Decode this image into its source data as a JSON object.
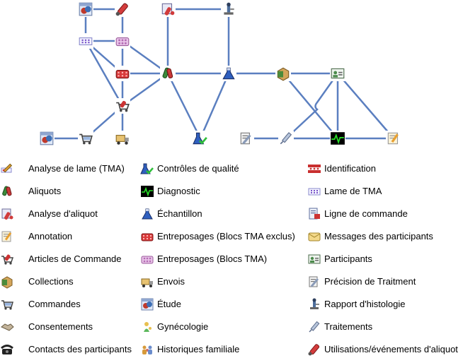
{
  "diagram": {
    "nodes": [
      {
        "id": "etude",
        "icon": "study-icon"
      },
      {
        "id": "utilisations",
        "icon": "aliquot-uses-icon"
      },
      {
        "id": "analyse-aliquot",
        "icon": "aliquot-review-icon"
      },
      {
        "id": "rapport-histo",
        "icon": "histology-report-icon"
      },
      {
        "id": "lame-tma",
        "icon": "tma-slide-icon"
      },
      {
        "id": "entrepos-tma",
        "icon": "storage-tma-icon"
      },
      {
        "id": "entrepos-excl",
        "icon": "storage-icon"
      },
      {
        "id": "aliquots",
        "icon": "aliquots-icon"
      },
      {
        "id": "echantillon",
        "icon": "sample-flask-icon"
      },
      {
        "id": "collections",
        "icon": "collections-icon"
      },
      {
        "id": "participants",
        "icon": "participants-icon"
      },
      {
        "id": "articles",
        "icon": "order-items-icon"
      },
      {
        "id": "etude2",
        "icon": "study-icon"
      },
      {
        "id": "commandes",
        "icon": "orders-cart-icon"
      },
      {
        "id": "envois",
        "icon": "shipments-icon"
      },
      {
        "id": "controles",
        "icon": "quality-control-icon"
      },
      {
        "id": "precision",
        "icon": "treatment-precision-icon"
      },
      {
        "id": "traitements",
        "icon": "treatments-icon"
      },
      {
        "id": "diagnostic",
        "icon": "diagnosis-icon"
      },
      {
        "id": "annotation",
        "icon": "annotation-icon"
      }
    ],
    "edges": [
      [
        "etude",
        "utilisations"
      ],
      [
        "etude",
        "lame-tma"
      ],
      [
        "utilisations",
        "entrepos-tma"
      ],
      [
        "analyse-aliquot",
        "rapport-histo"
      ],
      [
        "analyse-aliquot",
        "aliquots"
      ],
      [
        "rapport-histo",
        "echantillon"
      ],
      [
        "lame-tma",
        "entrepos-tma"
      ],
      [
        "lame-tma",
        "entrepos-excl"
      ],
      [
        "lame-tma",
        "articles"
      ],
      [
        "entrepos-tma",
        "entrepos-excl"
      ],
      [
        "entrepos-tma",
        "aliquots"
      ],
      [
        "entrepos-excl",
        "aliquots"
      ],
      [
        "entrepos-excl",
        "articles"
      ],
      [
        "aliquots",
        "echantillon"
      ],
      [
        "aliquots",
        "articles"
      ],
      [
        "aliquots",
        "controles"
      ],
      [
        "echantillon",
        "controles"
      ],
      [
        "echantillon",
        "collections"
      ],
      [
        "collections",
        "participants"
      ],
      [
        "collections",
        "diagnostic"
      ],
      [
        "participants",
        "traitements"
      ],
      [
        "participants",
        "diagnostic"
      ],
      [
        "participants",
        "annotation"
      ],
      [
        "articles",
        "commandes"
      ],
      [
        "articles",
        "envois"
      ],
      [
        "etude2",
        "commandes"
      ],
      [
        "precision",
        "traitements"
      ],
      [
        "traitements",
        "diagnostic"
      ],
      [
        "diagnostic",
        "annotation"
      ]
    ]
  },
  "legend": [
    [
      {
        "label": "Analyse de lame (TMA)",
        "icon": "slide-review-icon"
      },
      {
        "label": "Aliquots",
        "icon": "aliquots-icon"
      },
      {
        "label": "Analyse d'aliquot",
        "icon": "aliquot-review-icon"
      },
      {
        "label": "Annotation",
        "icon": "annotation-icon"
      },
      {
        "label": "Articles de Commande",
        "icon": "order-items-icon"
      },
      {
        "label": "Collections",
        "icon": "collections-icon"
      },
      {
        "label": "Commandes",
        "icon": "orders-cart-icon"
      },
      {
        "label": "Consentements",
        "icon": "consents-handshake-icon"
      },
      {
        "label": "Contacts des participants",
        "icon": "telephone-icon"
      }
    ],
    [
      {
        "label": "Contrôles de qualité",
        "icon": "quality-control-icon"
      },
      {
        "label": "Diagnostic",
        "icon": "diagnosis-icon"
      },
      {
        "label": "Échantillon",
        "icon": "sample-flask-icon"
      },
      {
        "label": "Entreposages (Blocs TMA exclus)",
        "icon": "storage-icon"
      },
      {
        "label": "Entreposages (Blocs TMA)",
        "icon": "storage-tma-icon"
      },
      {
        "label": "Envois",
        "icon": "shipments-icon"
      },
      {
        "label": "Étude",
        "icon": "study-icon"
      },
      {
        "label": "Gynécologie",
        "icon": "gynecology-icon"
      },
      {
        "label": "Historiques familiale",
        "icon": "family-history-icon"
      }
    ],
    [
      {
        "label": "Identification",
        "icon": "identification-icon"
      },
      {
        "label": "Lame de TMA",
        "icon": "tma-slide-icon"
      },
      {
        "label": "Ligne de commande",
        "icon": "order-line-icon"
      },
      {
        "label": "Messages des participants",
        "icon": "messages-icon"
      },
      {
        "label": "Participants",
        "icon": "participants-icon"
      },
      {
        "label": "Précision de Traitment",
        "icon": "treatment-precision-icon"
      },
      {
        "label": "Rapport d'histologie",
        "icon": "histology-report-icon"
      },
      {
        "label": "Traitements",
        "icon": "treatments-icon"
      },
      {
        "label": "Utilisations/événements d'aliquot",
        "icon": "aliquot-uses-icon"
      }
    ]
  ],
  "colors": {
    "edge": "#5b7fc0",
    "text": "#000000"
  }
}
